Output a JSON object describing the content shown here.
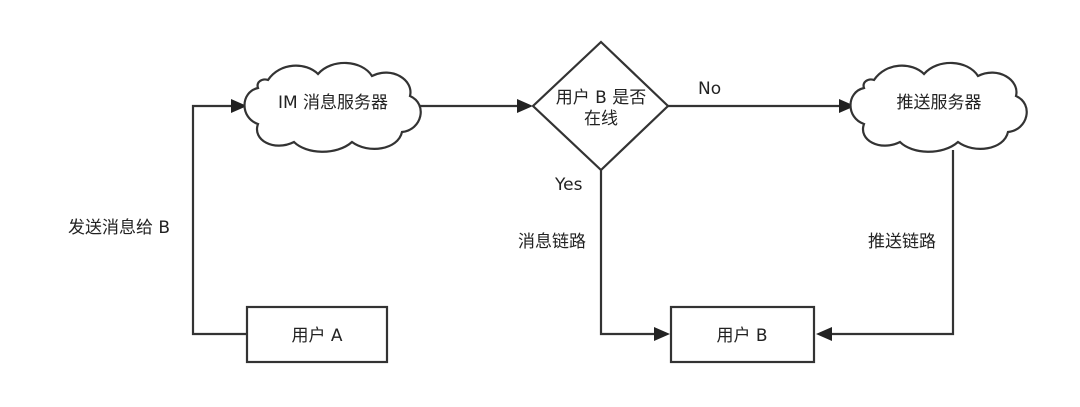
{
  "nodes": {
    "im_server": "IM 消息服务器",
    "decision_line1": "用户 B 是否",
    "decision_line2": "在线",
    "push_server": "推送服务器",
    "user_a": "用户 A",
    "user_b": "用户 B"
  },
  "edges": {
    "send_to_b": "发送消息给 B",
    "no": "No",
    "yes": "Yes",
    "message_link": "消息链路",
    "push_link": "推送链路"
  }
}
